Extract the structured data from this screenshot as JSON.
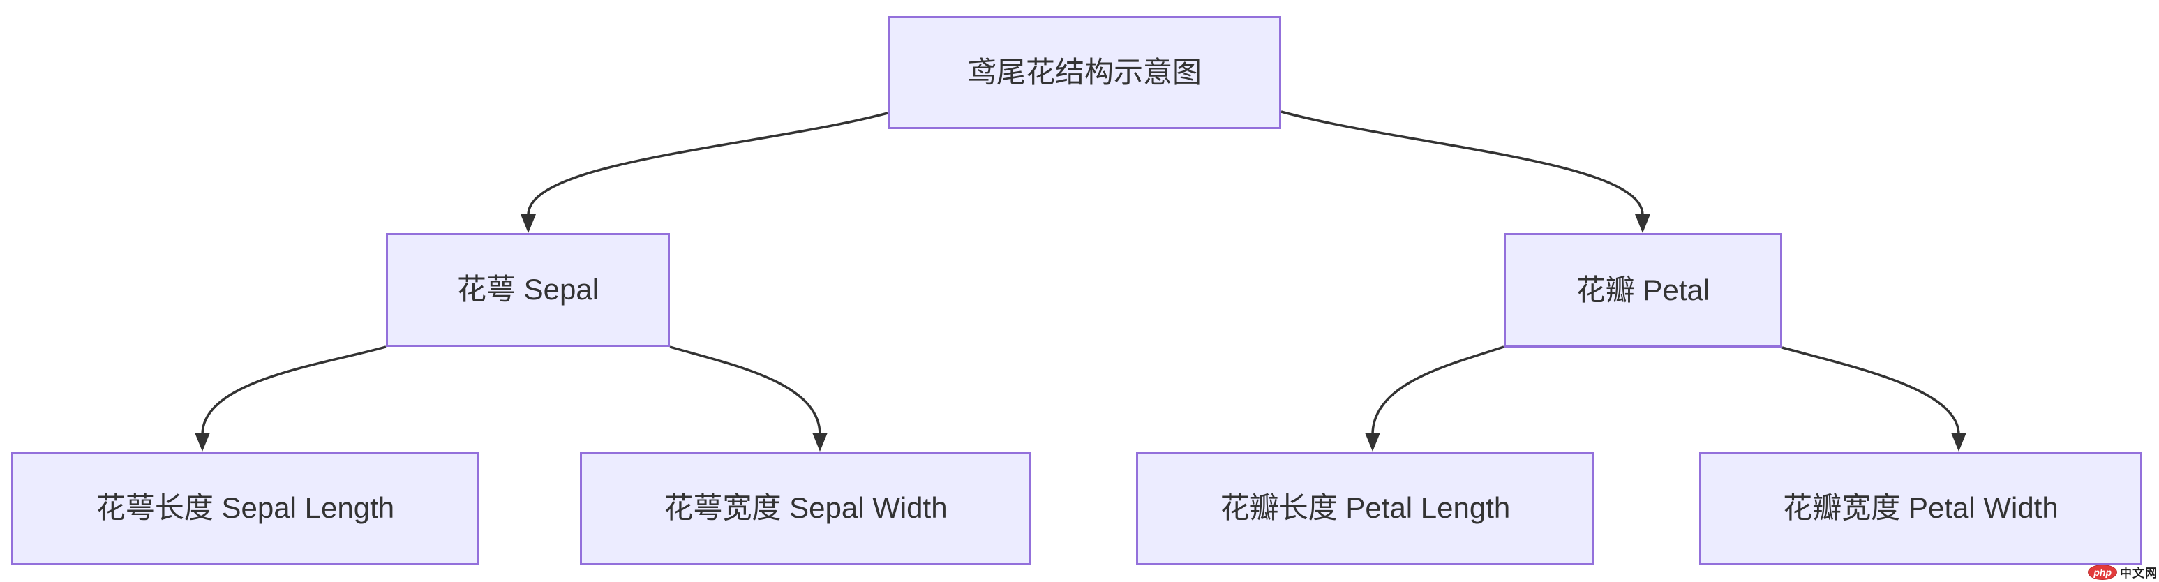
{
  "diagram": {
    "type": "flowchart-top-down",
    "nodes": [
      {
        "id": "root",
        "label": "鸢尾花结构示意图"
      },
      {
        "id": "sepal",
        "label": "花萼 Sepal"
      },
      {
        "id": "petal",
        "label": "花瓣 Petal"
      },
      {
        "id": "sepal_length",
        "label": "花萼长度 Sepal Length"
      },
      {
        "id": "sepal_width",
        "label": "花萼宽度 Sepal Width"
      },
      {
        "id": "petal_length",
        "label": "花瓣长度 Petal Length"
      },
      {
        "id": "petal_width",
        "label": "花瓣宽度 Petal Width"
      }
    ],
    "edges": [
      {
        "from": "root",
        "to": "sepal"
      },
      {
        "from": "root",
        "to": "petal"
      },
      {
        "from": "sepal",
        "to": "sepal_length"
      },
      {
        "from": "sepal",
        "to": "sepal_width"
      },
      {
        "from": "petal",
        "to": "petal_length"
      },
      {
        "from": "petal",
        "to": "petal_width"
      }
    ],
    "colors": {
      "node_fill": "#ECECFF",
      "node_border": "#9370DB",
      "edge_stroke": "#333333",
      "text": "#333333"
    }
  },
  "watermark": {
    "logo_text": "php",
    "site_text": "中文网",
    "logo_color": "#e23b3b"
  }
}
